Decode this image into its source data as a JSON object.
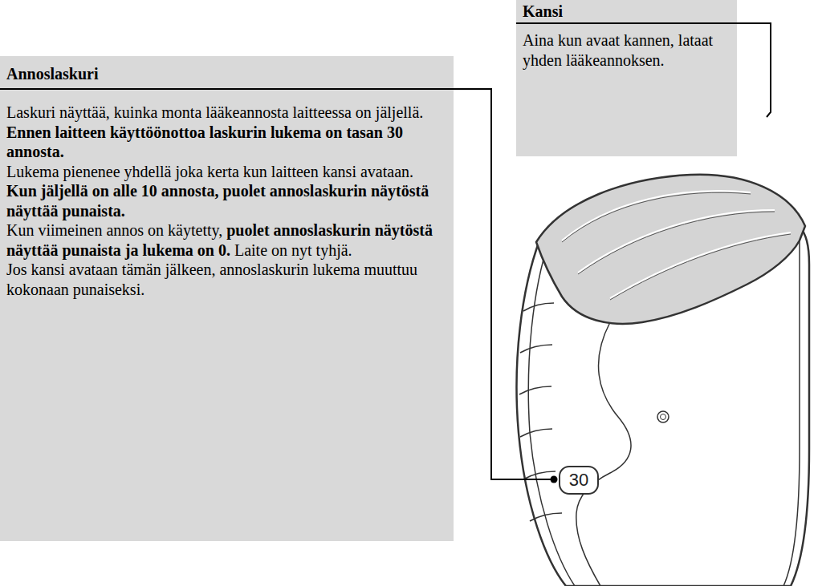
{
  "diagram": {
    "nodes": [
      {
        "text": [
          "Kansi",
          "Aina kun avaat kannen, lataat yhden lääkeannoksen."
        ]
      },
      {
        "text": [
          "Annoslaskuri",
          "Laskuri näyttää, kuinka monta lääkeannosta laitteessa on jäljellä.",
          "Ennen laitteen käyttöönottoa laskurin lukema on tasan 30 annosta.",
          "Lukema pienenee yhdellä joka kerta kun laitteen kansi avataan.",
          "Kun jäljellä on alle 10 annosta, puolet annoslaskurin näytöstä näyttää punaista.",
          "Kun viimeinen annos on käytetty,",
          "puolet annoslaskurin näytöstä näyttää punaista ja lukema on 0.",
          "Laite on nyt tyhjä.",
          "Jos kansi avataan tämän jälkeen, annoslaskurin lukema muuttuu kokonaan punaiseksi."
        ]
      }
    ],
    "labels": [
      "30"
    ]
  }
}
